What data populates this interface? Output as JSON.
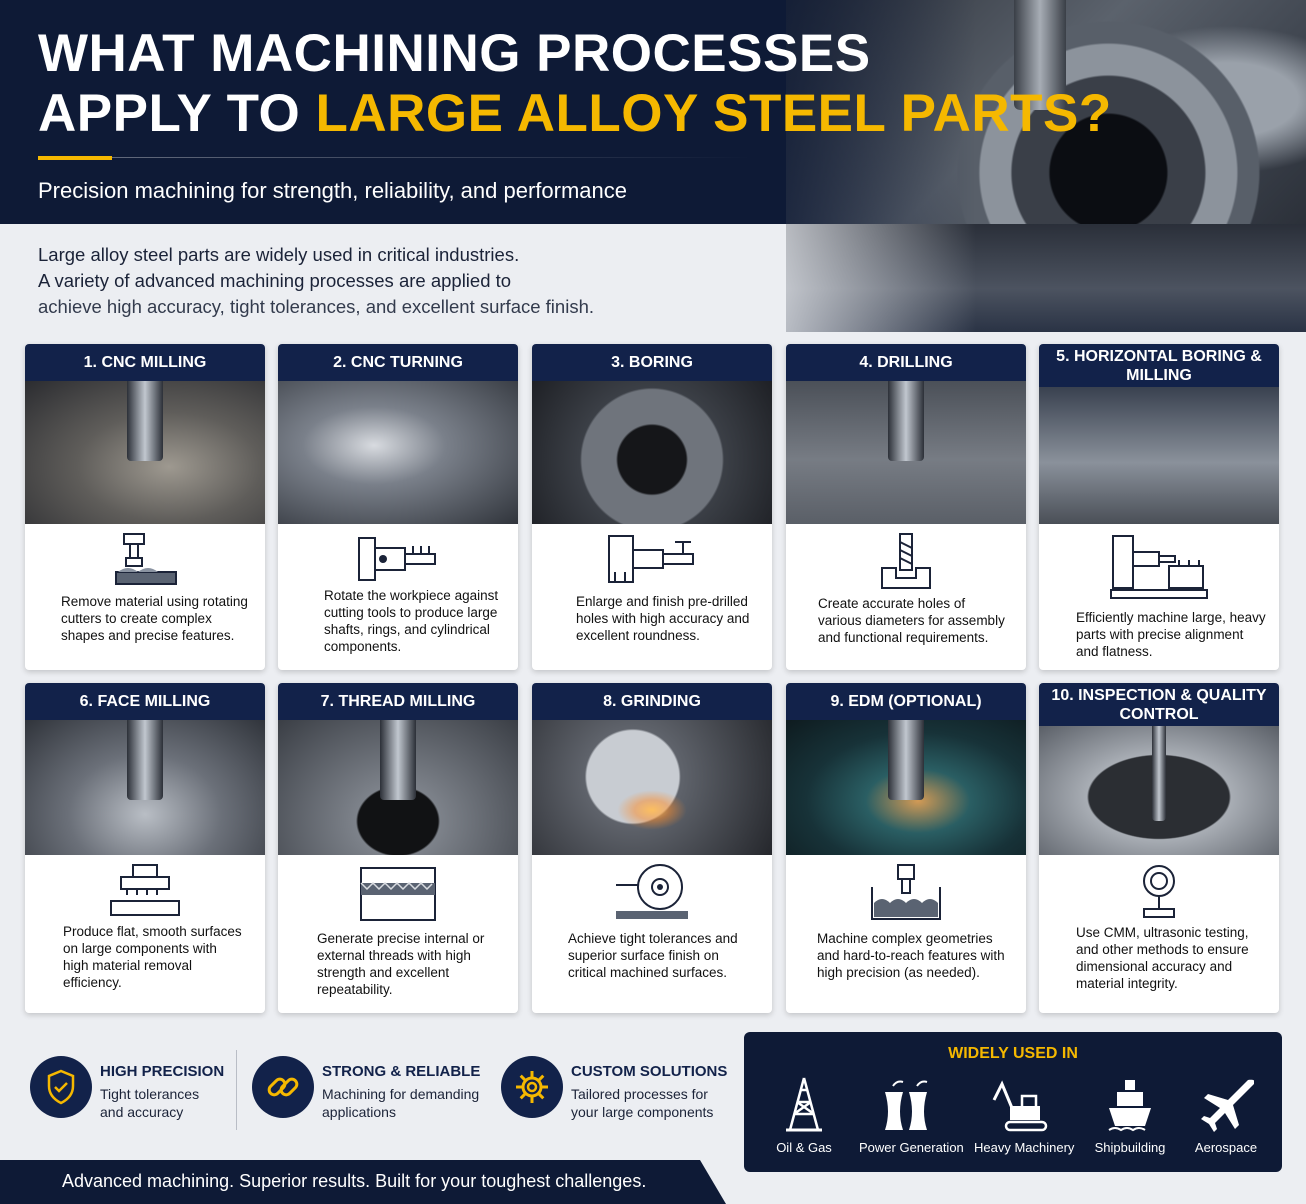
{
  "header": {
    "title_line1": "WHAT MACHINING PROCESSES",
    "title_line2_prefix": "APPLY TO ",
    "title_line2_accent": "LARGE ALLOY STEEL PARTS?",
    "subtitle": "Precision machining for strength, reliability, and performance"
  },
  "intro": {
    "line1": "Large alloy steel parts are widely used in critical industries.",
    "line2": "A variety of advanced machining processes are applied to",
    "line3": "achieve high accuracy, tight tolerances, and excellent surface finish."
  },
  "processes": [
    {
      "title": "1. CNC MILLING",
      "description": "Remove material using rotating cutters to create complex shapes and precise features.",
      "icon": "milling-icon"
    },
    {
      "title": "2. CNC TURNING",
      "description": "Rotate the workpiece against cutting tools to produce large shafts, rings, and cylindrical components.",
      "icon": "turning-icon"
    },
    {
      "title": "3. BORING",
      "description": "Enlarge and finish pre-drilled holes with high accuracy and excellent roundness.",
      "icon": "boring-icon"
    },
    {
      "title": "4. DRILLING",
      "description": "Create accurate holes of various diameters for assembly and functional requirements.",
      "icon": "drill-icon"
    },
    {
      "title": "5. HORIZONTAL BORING & MILLING",
      "description": "Efficiently machine large, heavy parts with precise alignment and flatness.",
      "icon": "horizontal-boring-icon"
    },
    {
      "title": "6. FACE MILLING",
      "description": "Produce flat, smooth surfaces on large components with high material removal efficiency.",
      "icon": "face-mill-icon"
    },
    {
      "title": "7. THREAD MILLING",
      "description": "Generate precise internal or external threads with high strength and excellent repeatability.",
      "icon": "thread-icon"
    },
    {
      "title": "8. GRINDING",
      "description": "Achieve tight tolerances and superior surface finish on critical machined surfaces.",
      "icon": "grinding-wheel-icon"
    },
    {
      "title": "9. EDM (OPTIONAL)",
      "description": "Machine complex geometries and hard-to-reach features with high precision (as needed).",
      "icon": "edm-icon"
    },
    {
      "title": "10. INSPECTION & QUALITY CONTROL",
      "description": "Use CMM, ultrasonic testing, and other methods to ensure dimensional accuracy and material integrity.",
      "icon": "probe-icon"
    }
  ],
  "features": [
    {
      "title": "HIGH PRECISION",
      "line1": "Tight tolerances",
      "line2": "and accuracy",
      "icon": "shield-check-icon"
    },
    {
      "title": "STRONG & RELIABLE",
      "line1": "Machining for demanding",
      "line2": "applications",
      "icon": "chain-link-icon"
    },
    {
      "title": "CUSTOM SOLUTIONS",
      "line1": "Tailored processes for",
      "line2": "your large components",
      "icon": "gear-icon"
    }
  ],
  "industries": {
    "title": "WIDELY USED IN",
    "items": [
      {
        "label": "Oil & Gas",
        "icon": "oil-rig-icon"
      },
      {
        "label": "Power Generation",
        "icon": "cooling-tower-icon"
      },
      {
        "label": "Heavy Machinery",
        "icon": "excavator-icon"
      },
      {
        "label": "Shipbuilding",
        "icon": "ship-icon"
      },
      {
        "label": "Aerospace",
        "icon": "airplane-icon"
      }
    ]
  },
  "footer": {
    "tagline": "Advanced machining. Superior results. Built for your toughest challenges."
  },
  "colors": {
    "navy": "#0e1a36",
    "card_header": "#12224a",
    "accent_yellow": "#f5b800",
    "background": "#eceef2"
  }
}
